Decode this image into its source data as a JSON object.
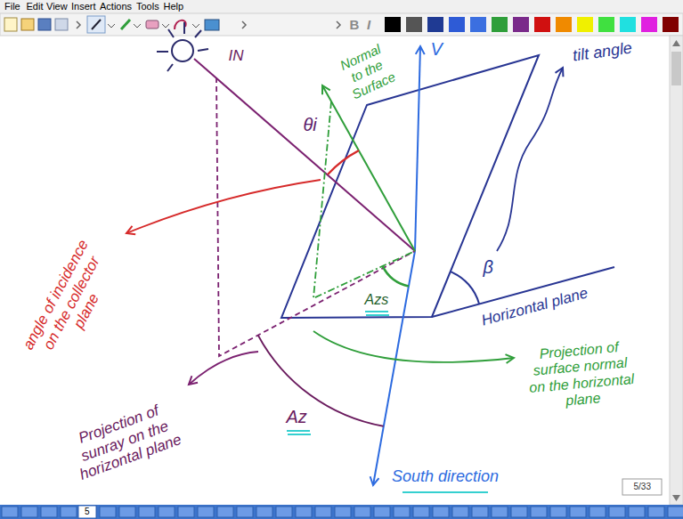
{
  "diagram": {
    "labels": [
      "File",
      "Edit",
      "View",
      "Insert",
      "Actions",
      "Tools",
      "Help",
      "B",
      "I",
      "V",
      "Normal to the Surface",
      "IN",
      "θi",
      "tilt angle",
      "β",
      "Horizontal plane",
      "Azs",
      "angle of incidence on the collector plane",
      "Projection of surface normal on the horizontal plane",
      "Projection of sunray on the horizontal plane",
      "Az",
      "South direction",
      "5/33",
      "5"
    ]
  }
}
